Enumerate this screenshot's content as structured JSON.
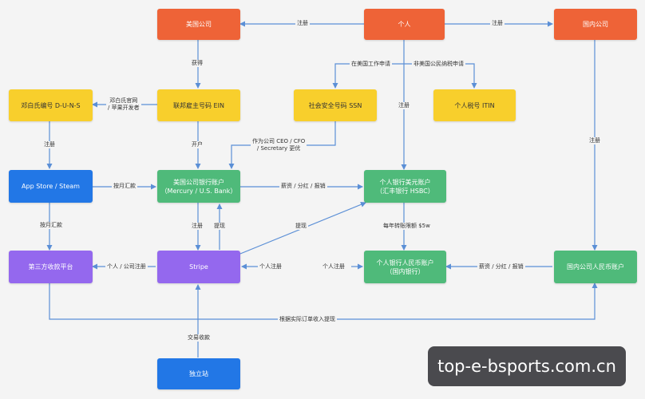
{
  "nodes": {
    "us_company": "美国公司",
    "individual": "个人",
    "domestic_company": "国内公司",
    "duns": "邓白氏编号 D-U-N-S",
    "ein": "联邦雇主号码 EIN",
    "ssn": "社会安全号码 SSN",
    "itin": "个人税号 ITIN",
    "appstore": "App Store / Steam",
    "us_bank": "美国公司银行账户\n（Mercury / U.S. Bank）",
    "personal_usd": "个人银行美元账户\n（汇丰银行 HSBC）",
    "third_party": "第三方收款平台",
    "stripe": "Stripe",
    "personal_rmb": "个人银行人民币账户\n（国内银行）",
    "domestic_bank": "国内公司人民币账户",
    "standalone": "独立站"
  },
  "edge_labels": {
    "register_top": "注册",
    "register_top2": "注册",
    "obtain": "获得",
    "us_work": "在美国工作申请",
    "non_us_tax": "非美国公民纳税申请",
    "duns_apply": "邓白氏官网\n/ 苹果开发者",
    "register_individual": "注册",
    "register_domestic": "注册",
    "register_duns": "注册",
    "open_account": "开户",
    "ceo_change": "作为公司 CEO / CFO\n/ Secretary 更优",
    "monthly_remit": "按月汇款",
    "salary_dividend": "薪资 / 分红 / 报销",
    "monthly_remit2": "按月汇款",
    "register_stripe": "注册",
    "withdraw": "提现",
    "withdraw_diag": "提现",
    "annual_limit": "每年转账限额 $5w",
    "personal_company_register": "个人 / 公司注册",
    "personal_register": "个人注册",
    "personal_register2": "个人注册",
    "salary_dividend2": "薪资 / 分红 / 报销",
    "order_withdraw": "根据实际订单收入提现",
    "transaction": "交易收款"
  },
  "watermark": "top-e-bsports.com.cn",
  "colors": {
    "orange": "#ee6337",
    "yellow": "#f8cf2c",
    "blue": "#2277e6",
    "green": "#4fba7a",
    "purple": "#9468ee",
    "line": "#5b8fd6"
  }
}
